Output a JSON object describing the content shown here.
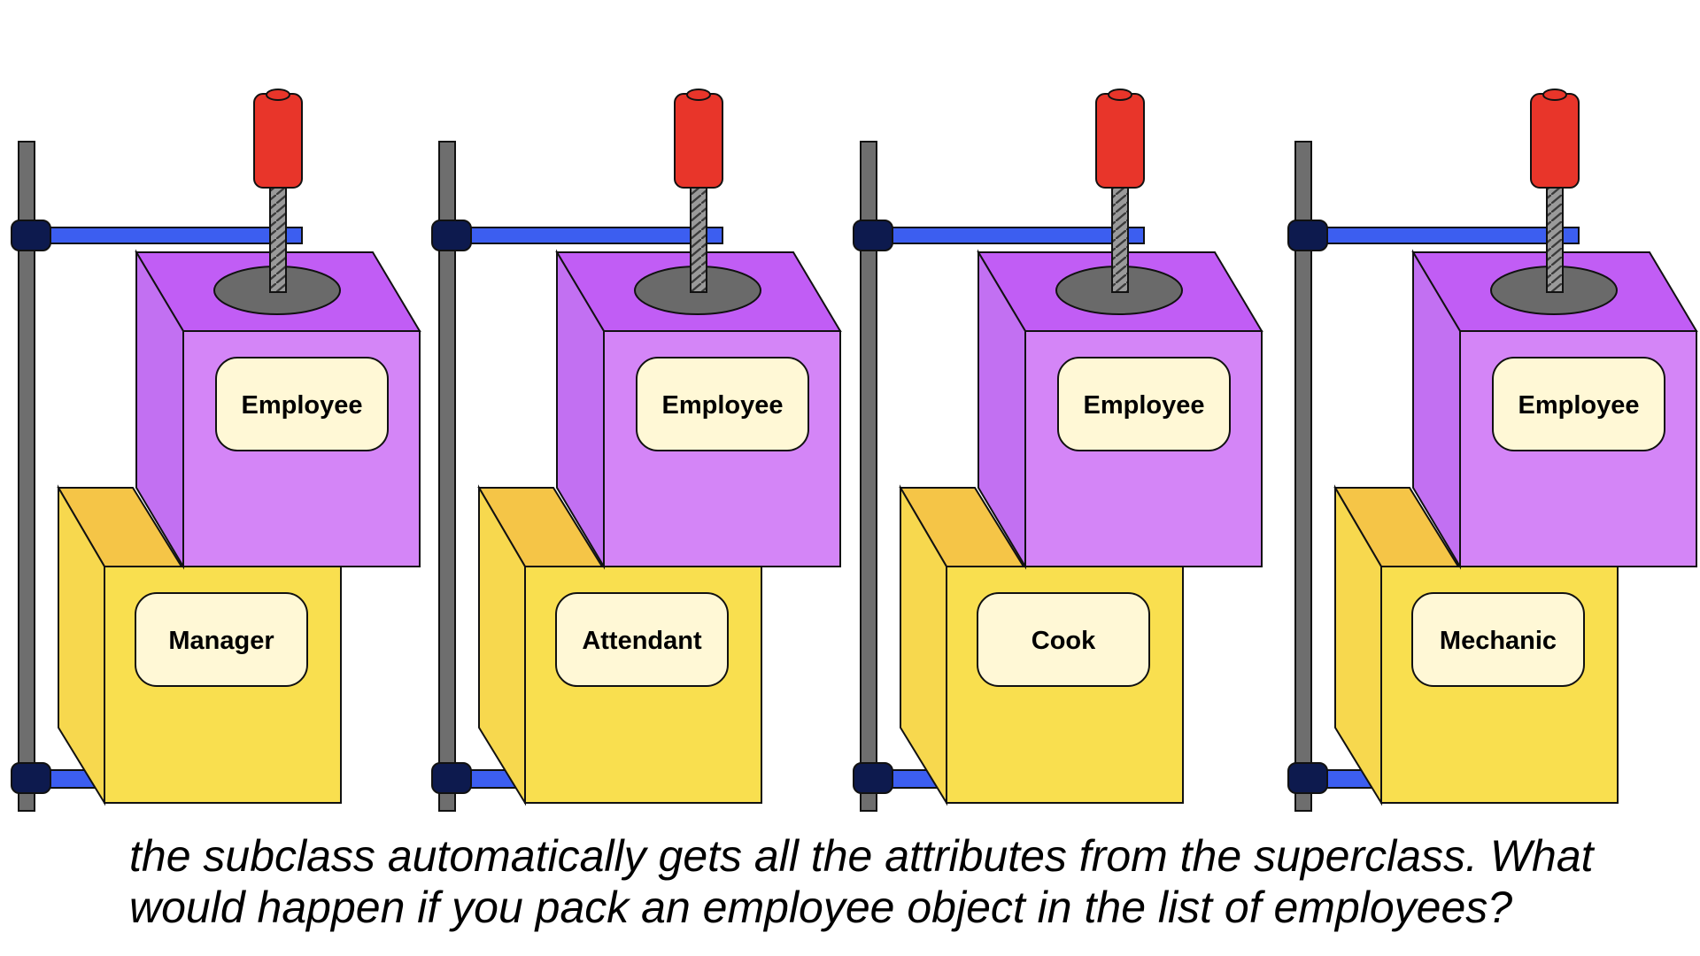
{
  "colors": {
    "superclass_face": "#d485f7",
    "superclass_side": "#c270f2",
    "superclass_top": "#c15df5",
    "subclass_face": "#f9df4f",
    "subclass_side": "#f7d84e",
    "subclass_top": "#f5c547",
    "label_fill": "#fff8d6",
    "rod": "#6e6e6e",
    "arm": "#3c5ef0",
    "clamp": "#0d1a4e",
    "handle": "#e8352a",
    "plate": "#6a6a6a"
  },
  "icons": {
    "press": "drill-press-icon"
  },
  "stations": [
    {
      "superclass_label": "Employee",
      "subclass_label": "Manager"
    },
    {
      "superclass_label": "Employee",
      "subclass_label": "Attendant"
    },
    {
      "superclass_label": "Employee",
      "subclass_label": "Cook"
    },
    {
      "superclass_label": "Employee",
      "subclass_label": "Mechanic"
    }
  ],
  "caption": {
    "line1": "the subclass automatically gets all the attributes from the superclass. What",
    "line2": "would happen if you pack an employee object in the list of employees?"
  }
}
